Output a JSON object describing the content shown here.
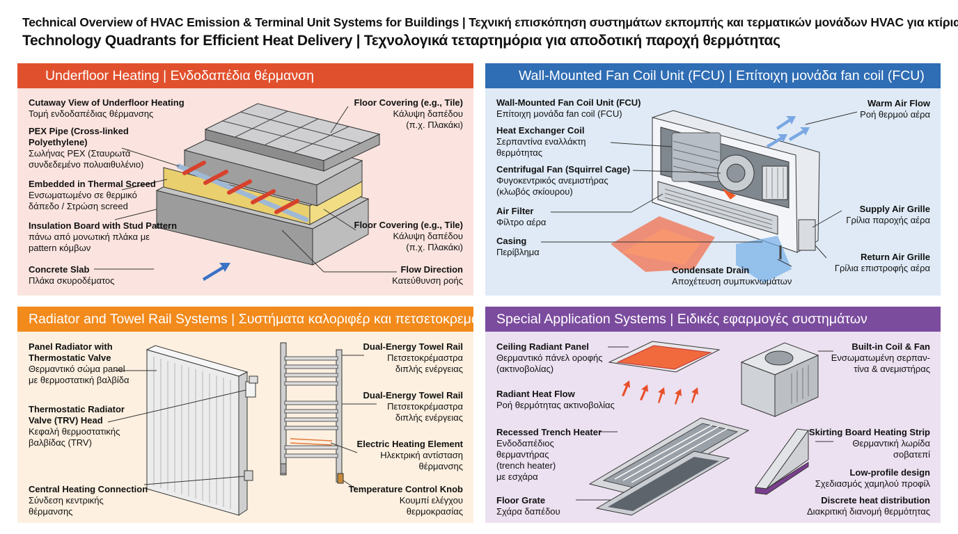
{
  "title_line1": "Technical Overview of HVAC Emission & Terminal Unit Systems for Buildings | Τεχνική επισκόπηση συστημάτων εκπομπής και τερματικών μονάδων HVAC για κτίρια",
  "title_line2": "Technology Quadrants for Efficient Heat Delivery | Τεχνολογικά τεταρτημόρια για αποδοτική παροχή θερμότητας",
  "colors": {
    "underfloor": "#e1502d",
    "fcu": "#2f6db4",
    "radiator": "#f28a1c",
    "special": "#7b4c9e"
  },
  "underfloor": {
    "header": "Underfloor Heating | Ενδοδαπέδια θέρμανση",
    "labels": {
      "cutaway_en": "Cutaway View of Underfloor Heating",
      "cutaway_gr": "Τομή ενδοδαπέδιας θέρμανσης",
      "pex_en": "PEX Pipe (Cross-linked\nPolyethylene)",
      "pex_gr": "Σωλήνας PEX (Σταυρωτά\nσυνδεδεμένο πολυαιθυλένιο)",
      "screed_en": "Embedded in Thermal Screed",
      "screed_gr": "Ενσωματωμένο σε θερμικό\nδάπεδο / Στρώση screed",
      "insul_en": "Insulation Board with Stud Pattern",
      "insul_gr": "πάνω από μονωτική πλάκα με\npattern κόμβων",
      "slab_en": "Concrete Slab",
      "slab_gr": "Πλάκα σκυροδέματος",
      "cover1_en": "Floor Covering (e.g., Tile)",
      "cover1_gr": "Κάλυψη δαπέδου\n(π.χ. Πλακάκι)",
      "cover2_en": "Floor Covering (e.g., Tile)",
      "cover2_gr": "Κάλυψη δαπέδου\n(π.χ. Πλακάκι)",
      "flow_en": "Flow Direction",
      "flow_gr": "Κατεύθυνση ροής"
    }
  },
  "fcu": {
    "header": "Wall-Mounted Fan Coil Unit (FCU) | Επίτοιχη μονάδα fan coil (FCU)",
    "labels": {
      "unit_en": "Wall-Mounted Fan Coil Unit (FCU)",
      "unit_gr": "Επίτοιχη μονάδα fan coil (FCU)",
      "coil_en": "Heat Exchanger Coil",
      "coil_gr": "Σερπαντίνα εναλλάκτη\nθερμότητας",
      "fan_en": "Centrifugal Fan (Squirrel Cage)",
      "fan_gr": "Φυγοκεντρικός ανεμιστήρας\n(κλωβός σκίουρου)",
      "filter_en": "Air Filter",
      "filter_gr": "Φίλτρο αέρα",
      "casing_en": "Casing",
      "casing_gr": "Περίβλημα",
      "warm_en": "Warm Air Flow",
      "warm_gr": "Ροή θερμού αέρα",
      "supply_en": "Supply Air Grille",
      "supply_gr": "Γρίλια παροχής αέρα",
      "return_en": "Return Air Grille",
      "return_gr": "Γρίλια επιστροφής αέρα",
      "drain_en": "Condensate Drain",
      "drain_gr": "Αποχέτευση συμπυκνωμάτων"
    }
  },
  "radiator": {
    "header": "Radiator and Towel Rail Systems | Συστήματα καλοριφέρ και πετσετοκρεμάστρας",
    "labels": {
      "panel_en": "Panel Radiator with\nThermostatic Valve",
      "panel_gr": "Θερμαντικό σώμα panel\nμε θερμοστατική βαλβίδα",
      "trv_en": "Thermostatic Radiator\nValve (TRV) Head",
      "trv_gr": "Κεφαλή θερμοστατικής\nβαλβίδας (TRV)",
      "central_en": "Central Heating Connection",
      "central_gr": "Σύνδεση κεντρικής\nθέρμανσης",
      "dual1_en": "Dual-Energy Towel Rail",
      "dual1_gr": "Πετσετοκρέμαστρα\nδιπλής ενέργειας",
      "dual2_en": "Dual-Energy Towel Rail",
      "dual2_gr": "Πετσετοκρέμαστρα\nδιπλής ενέργειας",
      "elec_en": "Electric Heating Element",
      "elec_gr": "Ηλεκτρική αντίσταση\nθέρμανσης",
      "knob_en": "Temperature Control Knob",
      "knob_gr": "Κουμπί ελέγχου\nθερμοκρασίας"
    }
  },
  "special": {
    "header": "Special Application Systems | Ειδικές εφαρμογές συστημάτων",
    "labels": {
      "ceiling_en": "Ceiling Radiant Panel",
      "ceiling_gr": "Θερμαντικό πάνελ οροφής\n(ακτινοβολίας)",
      "radflow_en": "Radiant Heat Flow",
      "radflow_gr": "Ροή θερμότητας ακτινοβολίας",
      "trench_en": "Recessed Trench Heater",
      "trench_gr": "Ενδοδαπέδιος\nθερμαντήρας\n(trench heater)\nμε εσχάρα",
      "grate_en": "Floor Grate",
      "grate_gr": "Σχάρα δαπέδου",
      "builtin_en": "Built-in Coil & Fan",
      "builtin_gr": "Ενσωματωμένη σερπαν-\nτίνα & ανεμιστήρας",
      "skirting_en": "Skirting Board Heating Strip",
      "skirting_gr": "Θερμαντική λωρίδα\nσοβατεπί",
      "lowprof_en": "Low-profile design",
      "lowprof_gr": "Σχεδιασμός χαμηλού προφίλ",
      "discrete_en": "Discrete heat distribution",
      "discrete_gr": "Διακριτική διανομή θερμότητας"
    }
  }
}
